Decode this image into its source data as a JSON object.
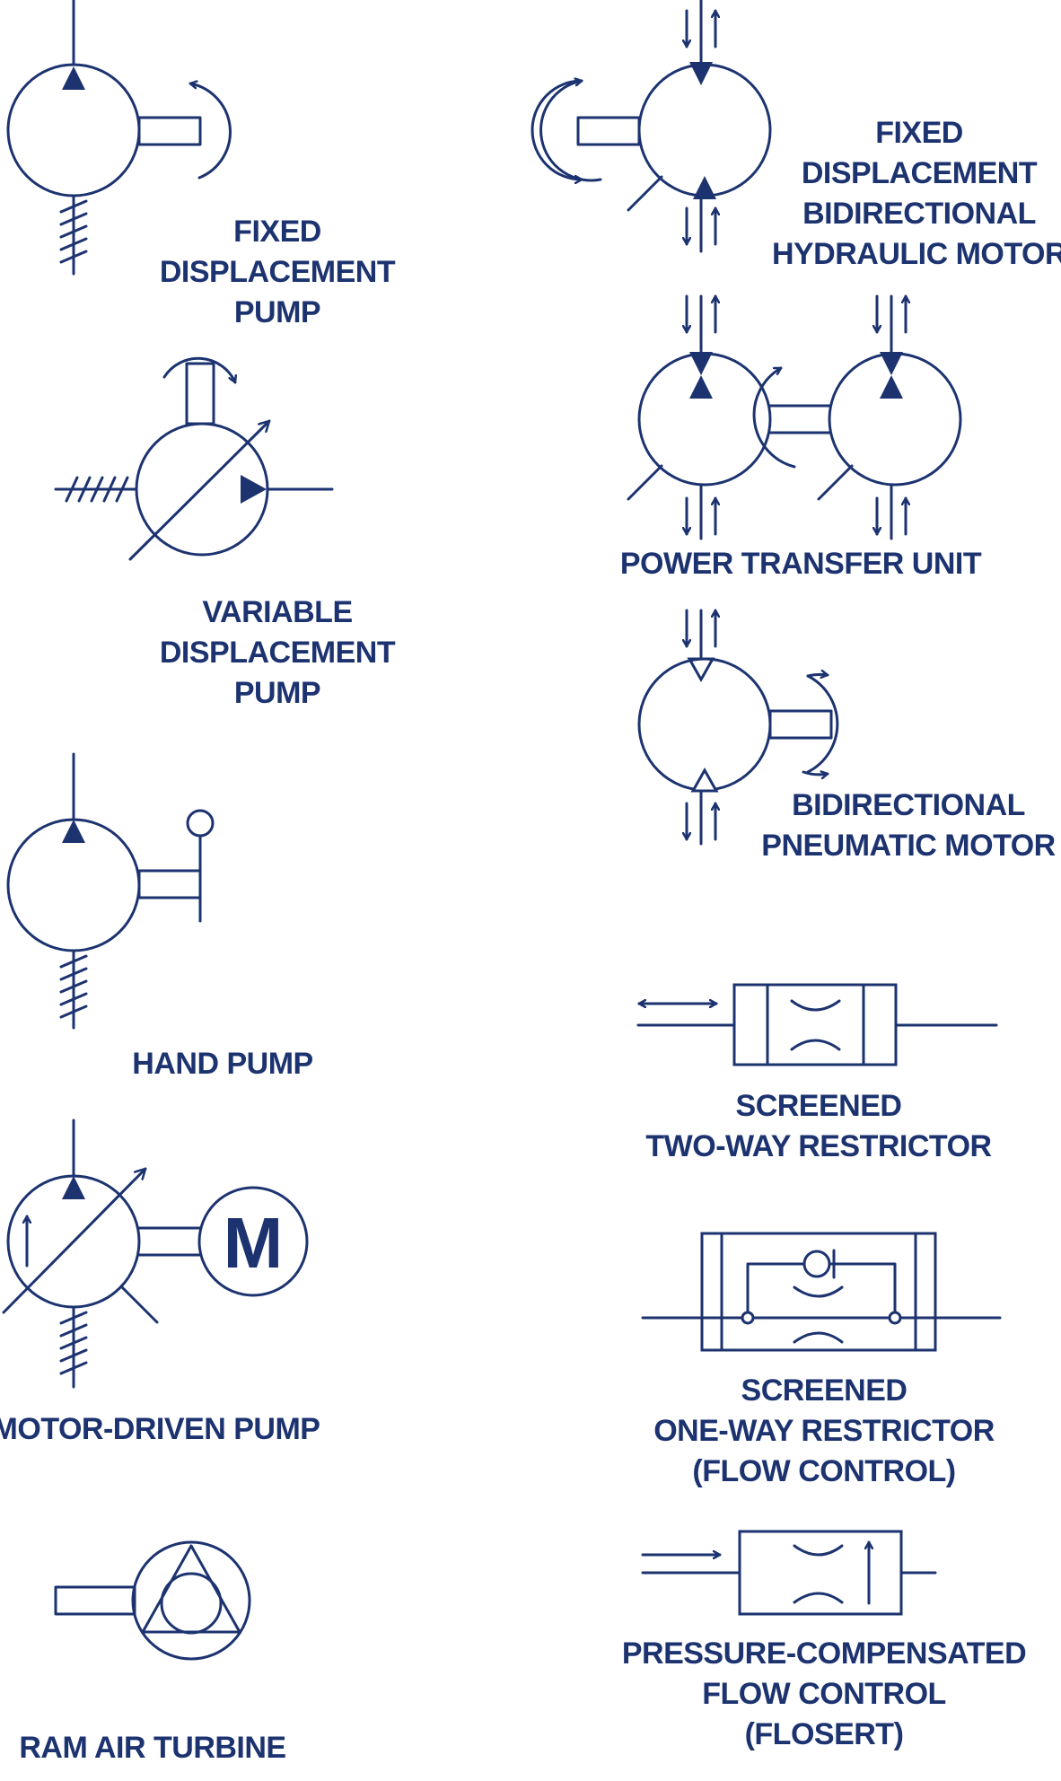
{
  "colors": {
    "ink": "#1c3370",
    "background": "#ffffff"
  },
  "symbols": [
    {
      "id": "fixed_displacement_pump",
      "lines": [
        "FIXED",
        "DISPLACEMENT",
        "PUMP"
      ]
    },
    {
      "id": "variable_displacement_pump",
      "lines": [
        "VARIABLE",
        "DISPLACEMENT",
        "PUMP"
      ]
    },
    {
      "id": "hand_pump",
      "lines": [
        "HAND PUMP"
      ]
    },
    {
      "id": "motor_driven_pump",
      "lines": [
        "MOTOR-DRIVEN PUMP"
      ],
      "motor_letter": "M"
    },
    {
      "id": "ram_air_turbine",
      "lines": [
        "RAM AIR TURBINE"
      ]
    },
    {
      "id": "fixed_displacement_bidirectional_hydraulic_motor",
      "lines": [
        "FIXED",
        "DISPLACEMENT",
        "BIDIRECTIONAL",
        "HYDRAULIC MOTOR"
      ]
    },
    {
      "id": "power_transfer_unit",
      "lines": [
        "POWER TRANSFER UNIT"
      ]
    },
    {
      "id": "bidirectional_pneumatic_motor",
      "lines": [
        "BIDIRECTIONAL",
        "PNEUMATIC MOTOR"
      ]
    },
    {
      "id": "screened_two_way_restrictor",
      "lines": [
        "SCREENED",
        "TWO-WAY RESTRICTOR"
      ]
    },
    {
      "id": "screened_one_way_restrictor",
      "lines": [
        "SCREENED",
        "ONE-WAY RESTRICTOR",
        "(FLOW CONTROL)"
      ]
    },
    {
      "id": "pressure_compensated_flow_control",
      "lines": [
        "PRESSURE-COMPENSATED",
        "FLOW CONTROL",
        "(FLOSERT)"
      ]
    }
  ]
}
